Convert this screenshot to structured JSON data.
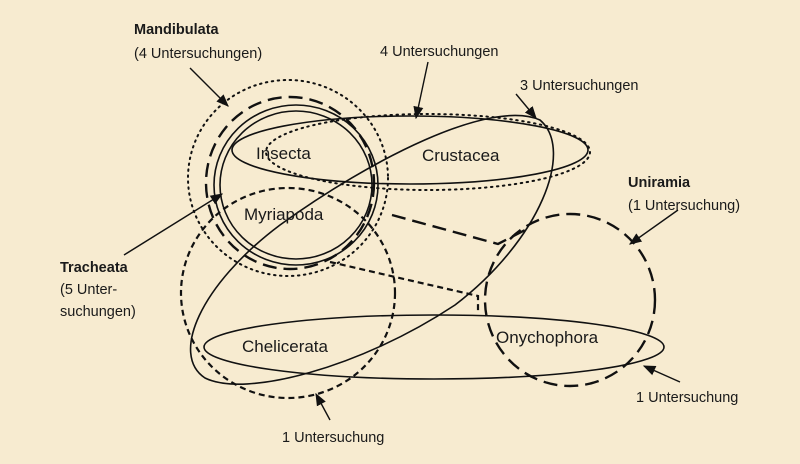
{
  "taxa": {
    "insecta": "Insecta",
    "crustacea": "Crustacea",
    "myriapoda": "Myriapoda",
    "chelicerata": "Chelicerata",
    "onychophora": "Onychophora"
  },
  "groups": {
    "mandibulata": {
      "name": "Mandibulata",
      "count": "(4 Untersuchungen)"
    },
    "uniramia": {
      "name": "Uniramia",
      "count": "(1 Untersuchung)"
    },
    "tracheata": {
      "name": "Tracheata",
      "count_line1": "(5 Unter-",
      "count_line2": "suchungen)"
    }
  },
  "annotations": {
    "four_studies": "4 Untersuchungen",
    "three_studies": "3 Untersuchungen",
    "one_study_bottom": "1 Untersuchung",
    "one_study_right": "1 Untersuchung"
  },
  "colors": {
    "background": "#f7ebd0",
    "line": "#111111"
  }
}
